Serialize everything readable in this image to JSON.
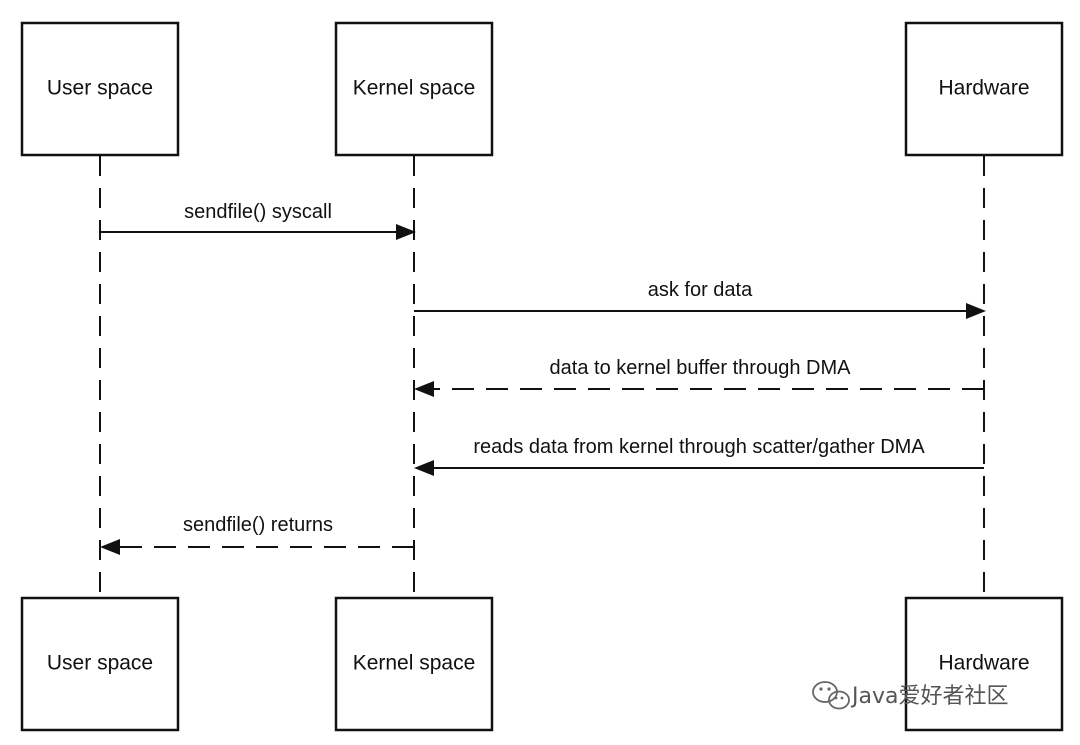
{
  "participants": [
    {
      "name": "User space"
    },
    {
      "name": "Kernel space"
    },
    {
      "name": "Hardware"
    }
  ],
  "messages": [
    {
      "label": "sendfile() syscall",
      "from": 0,
      "to": 1,
      "style": "solid"
    },
    {
      "label": "ask for data",
      "from": 1,
      "to": 2,
      "style": "solid"
    },
    {
      "label": "data to kernel buffer through DMA",
      "from": 2,
      "to": 1,
      "style": "dashed"
    },
    {
      "label": "reads data from kernel through scatter/gather DMA",
      "from": 2,
      "to": 1,
      "style": "solid"
    },
    {
      "label": "sendfile() returns",
      "from": 1,
      "to": 0,
      "style": "dashed"
    }
  ],
  "watermark": {
    "text": "Java爱好者社区",
    "icon": "wechat-icon"
  },
  "colors": {
    "line": "#111111",
    "background": "#ffffff",
    "watermark": "#555555"
  }
}
